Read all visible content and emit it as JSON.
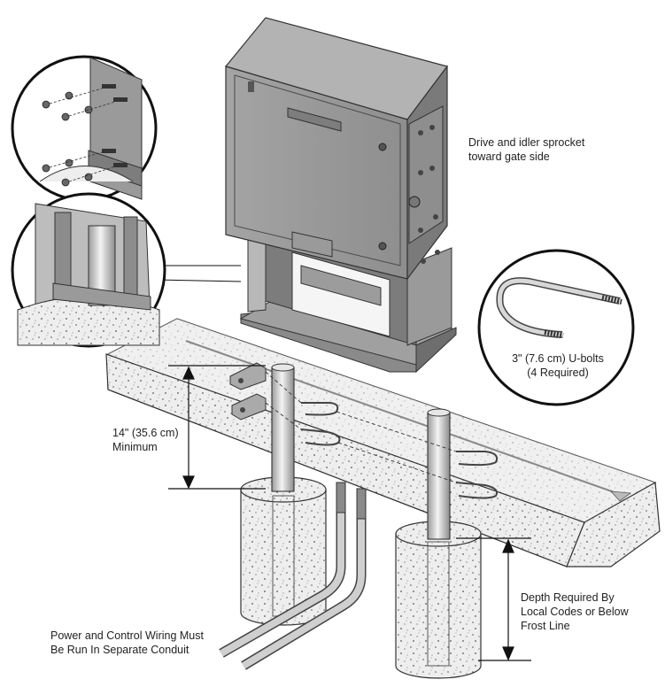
{
  "labels": {
    "drive_sprocket": [
      "Drive and idler sprocket",
      "toward gate side"
    ],
    "u_bolts": [
      "3\" (7.6 cm) U-bolts",
      "(4 Required)"
    ],
    "min_height": [
      "14\" (35.6 cm)",
      "Minimum"
    ],
    "depth": [
      "Depth Required By",
      "Local Codes or Below",
      "Frost Line"
    ],
    "conduit": [
      "Power and Control Wiring Must",
      "Be Run In Separate Conduit"
    ]
  },
  "colors": {
    "cabinet": "#9a9a9a",
    "cabinet_dark": "#6e6e6e",
    "concrete": "#ededed",
    "line": "#333333",
    "post": "#c8c8c8"
  }
}
